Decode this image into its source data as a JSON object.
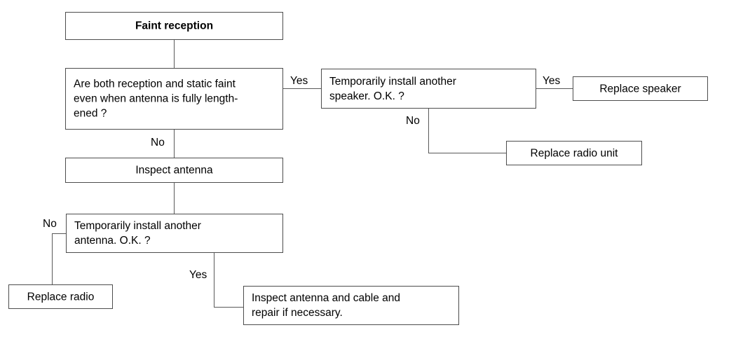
{
  "diagram": {
    "title": "Faint reception troubleshooting flowchart",
    "line_color": "#595959",
    "box_border_color": "#4d4d4d",
    "background": "#ffffff",
    "nodes": {
      "start": "Faint reception",
      "decision_reception_static": "Are both reception and static faint\neven when antenna is fully length-\nened ?",
      "temp_speaker": "Temporarily install another\nspeaker. O.K. ?",
      "replace_speaker": "Replace speaker",
      "replace_radio_unit": "Replace radio unit",
      "inspect_antenna": "Inspect antenna",
      "temp_antenna": "Temporarily install another\nantenna. O.K. ?",
      "replace_radio": "Replace radio",
      "inspect_antenna_cable": "Inspect antenna and cable and\nrepair if necessary."
    },
    "edge_labels": {
      "decision_to_speaker": "Yes",
      "speaker_to_replace_speaker": "Yes",
      "speaker_to_replace_radio_unit": "No",
      "decision_to_inspect": "No",
      "antenna_no": "No",
      "antenna_yes": "Yes"
    }
  }
}
